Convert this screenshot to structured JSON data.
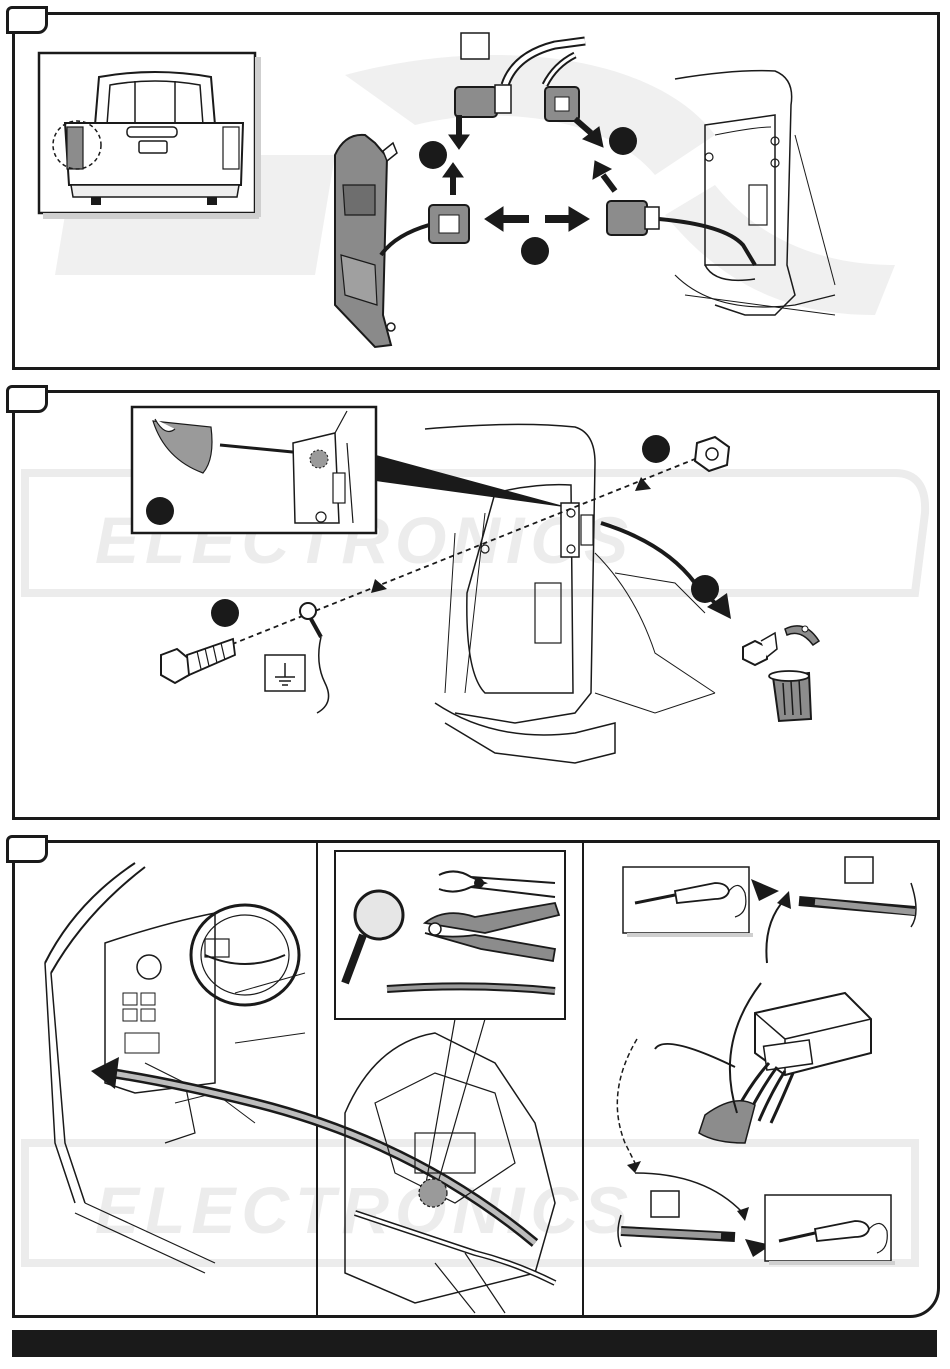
{
  "steps": [
    {
      "number": "",
      "title": "connect-tail-light-connectors"
    },
    {
      "number": "",
      "title": "ground-wire-mounting"
    },
    {
      "number": "",
      "title": "wire-routing-and-module"
    }
  ],
  "icons": [
    "magnifier-icon",
    "cutting-pliers-icon",
    "wire-stripper-icon",
    "screwdriver-icon",
    "trash-bin-icon",
    "ground-symbol-icon",
    "bolt-icon",
    "nut-icon"
  ],
  "watermark": {
    "brand": "ELECTRONICS"
  },
  "colors": {
    "line": "#1a1a1a",
    "gray_fill": "#8c8c8c",
    "light_fill": "#e6e6e6",
    "watermark": "#ececec"
  }
}
